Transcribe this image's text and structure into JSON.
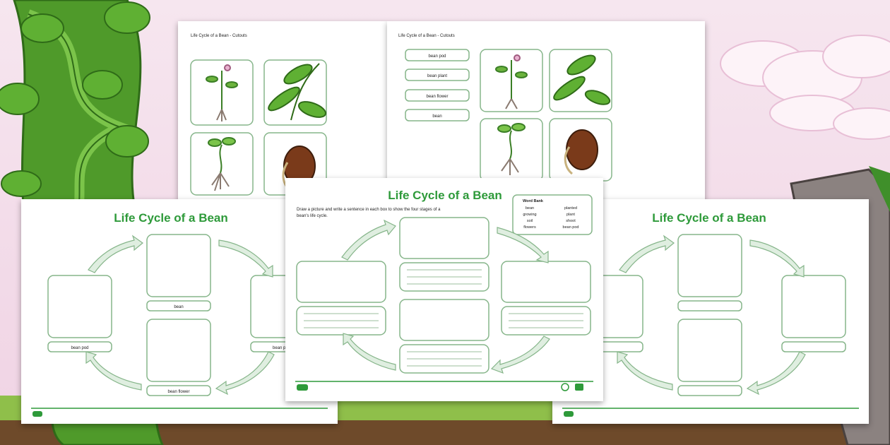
{
  "sheets": {
    "top_left": {
      "title": "Life Cycle of a Bean - Cutouts"
    },
    "top_right": {
      "title": "Life Cycle of a Bean - Cutouts",
      "labels": [
        "bean pod",
        "bean plant",
        "bean flower",
        "bean"
      ]
    },
    "left": {
      "title": "Life Cycle of a Bean",
      "labels": {
        "top": "bean",
        "left": "bean pod",
        "right": "bean plant",
        "bottom": "bean flower"
      }
    },
    "center": {
      "title": "Life Cycle of a Bean",
      "instructions_line1": "Draw a picture and write a sentence in each box to show the four stages of a",
      "instructions_line2": "bean's life cycle.",
      "word_bank": {
        "heading": "Word Bank",
        "words": [
          "bean",
          "planted",
          "growing",
          "plant",
          "soil",
          "shoot",
          "flowers",
          "bean pod"
        ]
      }
    },
    "right": {
      "title": "Life Cycle of a Bean"
    }
  },
  "colors": {
    "accent": "#2e9a3a",
    "box_border": "#86b58a",
    "arrow_fill": "#dfeee0",
    "sky": "#f3dbe8",
    "grass": "#8fbf4a"
  }
}
